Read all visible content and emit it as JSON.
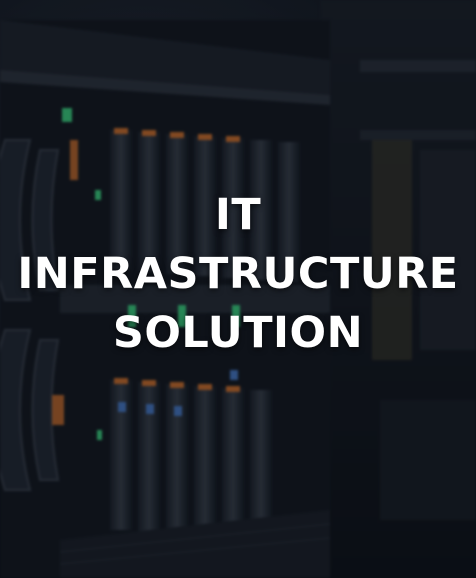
{
  "hero": {
    "headline_lines": [
      "IT",
      "INFRASTRUCTURE",
      "SOLUTION"
    ],
    "image_icon": "server-rack-photo",
    "text_color": "#ffffff",
    "overlay_color": "#0a0e16",
    "accent_colors": {
      "led_green": "#3ddc84",
      "led_orange": "#d9742b",
      "led_blue": "#4a7fd0"
    }
  }
}
